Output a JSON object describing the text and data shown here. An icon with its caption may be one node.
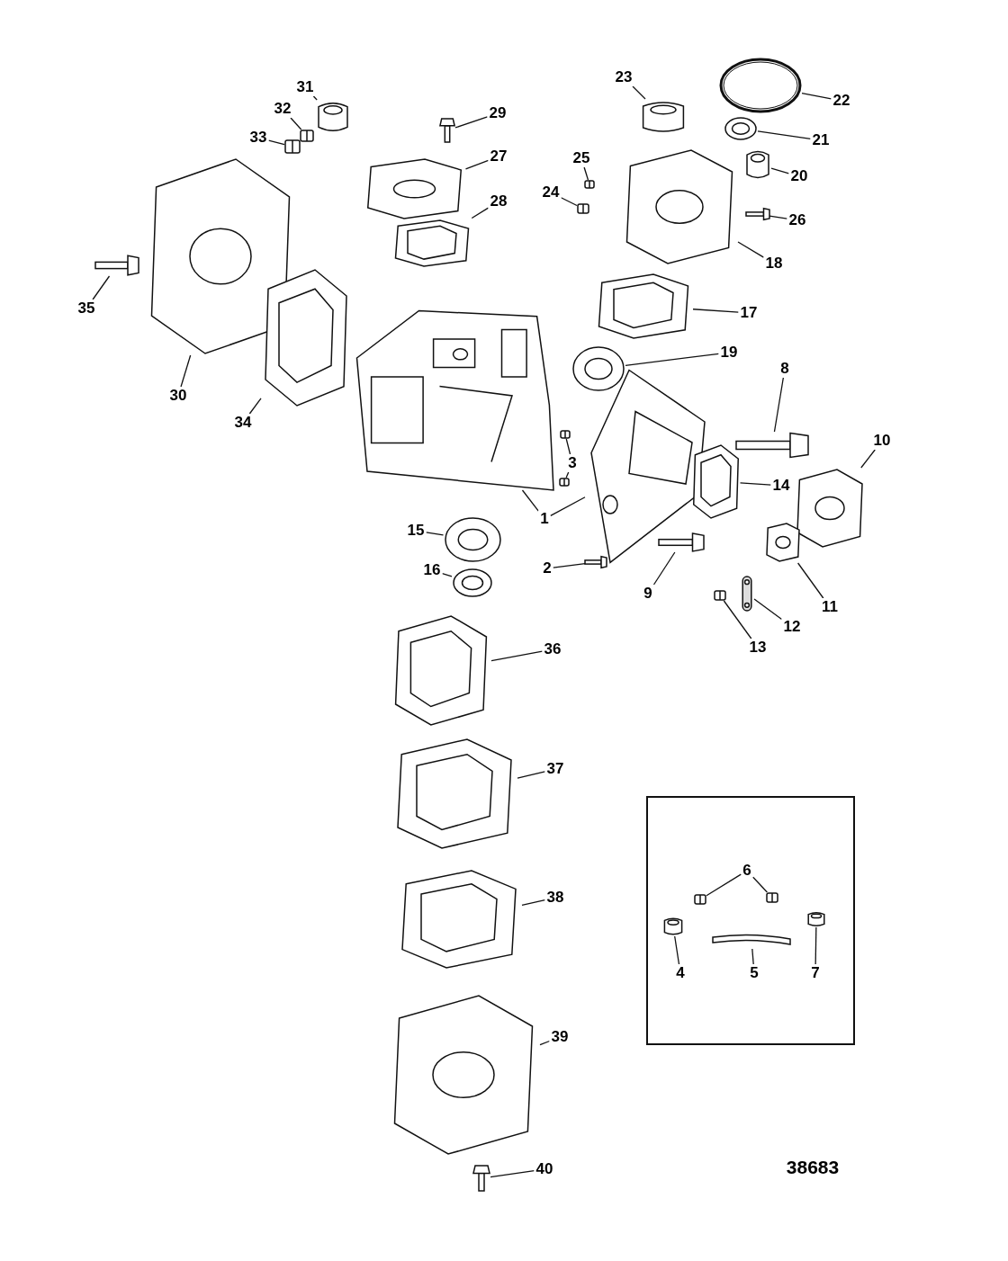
{
  "diagram": {
    "nodes": [
      {
        "text": [],
        "shape": "box"
      },
      {
        "text": [
          "1"
        ]
      },
      {
        "text": [],
        "shape": "picture"
      },
      {
        "text": [],
        "shape": "picture"
      },
      {
        "text": [
          "2"
        ]
      },
      {
        "text": [],
        "shape": "picture"
      },
      {
        "text": [
          "3"
        ]
      },
      {
        "text": [],
        "shape": "picture"
      },
      {
        "text": [],
        "shape": "picture"
      },
      {
        "text": [
          "4"
        ],
        "in": 0
      },
      {
        "text": [],
        "shape": "picture",
        "in": 0
      },
      {
        "text": [
          "5"
        ],
        "in": 0
      },
      {
        "text": [],
        "shape": "picture",
        "in": 0
      },
      {
        "text": [
          "6"
        ],
        "in": 0
      },
      {
        "text": [],
        "shape": "picture",
        "in": 0
      },
      {
        "text": [],
        "shape": "picture",
        "in": 0
      },
      {
        "text": [
          "7"
        ],
        "in": 0
      },
      {
        "text": [],
        "shape": "picture",
        "in": 0
      },
      {
        "text": [
          "8"
        ]
      },
      {
        "text": [],
        "shape": "picture"
      },
      {
        "text": [
          "9"
        ]
      },
      {
        "text": [],
        "shape": "picture"
      },
      {
        "text": [
          "10"
        ]
      },
      {
        "text": [],
        "shape": "picture"
      },
      {
        "text": [
          "11"
        ]
      },
      {
        "text": [],
        "shape": "picture"
      },
      {
        "text": [
          "12"
        ]
      },
      {
        "text": [],
        "shape": "picture"
      },
      {
        "text": [
          "13"
        ]
      },
      {
        "text": [],
        "shape": "picture"
      },
      {
        "text": [
          "14"
        ]
      },
      {
        "text": [],
        "shape": "picture"
      },
      {
        "text": [
          "15"
        ]
      },
      {
        "text": [],
        "shape": "picture"
      },
      {
        "text": [
          "16"
        ]
      },
      {
        "text": [],
        "shape": "picture"
      },
      {
        "text": [
          "17"
        ]
      },
      {
        "text": [],
        "shape": "picture"
      },
      {
        "text": [
          "18"
        ]
      },
      {
        "text": [],
        "shape": "picture"
      },
      {
        "text": [
          "19"
        ]
      },
      {
        "text": [],
        "shape": "picture"
      },
      {
        "text": [
          "20"
        ]
      },
      {
        "text": [],
        "shape": "picture"
      },
      {
        "text": [
          "21"
        ]
      },
      {
        "text": [],
        "shape": "picture"
      },
      {
        "text": [
          "22"
        ]
      },
      {
        "text": [],
        "shape": "picture"
      },
      {
        "text": [
          "23"
        ]
      },
      {
        "text": [],
        "shape": "picture"
      },
      {
        "text": [
          "24"
        ]
      },
      {
        "text": [],
        "shape": "picture"
      },
      {
        "text": [
          "25"
        ]
      },
      {
        "text": [],
        "shape": "picture"
      },
      {
        "text": [
          "26"
        ]
      },
      {
        "text": [],
        "shape": "picture"
      },
      {
        "text": [
          "27"
        ]
      },
      {
        "text": [],
        "shape": "picture"
      },
      {
        "text": [
          "28"
        ]
      },
      {
        "text": [],
        "shape": "picture"
      },
      {
        "text": [
          "29"
        ]
      },
      {
        "text": [],
        "shape": "picture"
      },
      {
        "text": [
          "30"
        ]
      },
      {
        "text": [],
        "shape": "picture"
      },
      {
        "text": [
          "31"
        ]
      },
      {
        "text": [],
        "shape": "picture"
      },
      {
        "text": [
          "32"
        ]
      },
      {
        "text": [],
        "shape": "picture"
      },
      {
        "text": [
          "33"
        ]
      },
      {
        "text": [],
        "shape": "picture"
      },
      {
        "text": [
          "34"
        ]
      },
      {
        "text": [],
        "shape": "picture"
      },
      {
        "text": [
          "35"
        ]
      },
      {
        "text": [],
        "shape": "picture"
      },
      {
        "text": [
          "36"
        ]
      },
      {
        "text": [],
        "shape": "picture"
      },
      {
        "text": [
          "37"
        ]
      },
      {
        "text": [],
        "shape": "picture"
      },
      {
        "text": [
          "38"
        ]
      },
      {
        "text": [],
        "shape": "picture"
      },
      {
        "text": [
          "39"
        ]
      },
      {
        "text": [],
        "shape": "picture"
      },
      {
        "text": [
          "40"
        ]
      },
      {
        "text": [],
        "shape": "picture"
      }
    ],
    "edges": [
      {
        "from": 1,
        "to": 2,
        "arrow": "none"
      },
      {
        "from": 1,
        "to": 3,
        "arrow": "none"
      },
      {
        "from": 4,
        "to": 5,
        "arrow": "none"
      },
      {
        "from": 6,
        "to": 7,
        "arrow": "none"
      },
      {
        "from": 6,
        "to": 8,
        "arrow": "none"
      },
      {
        "from": 9,
        "to": 10,
        "arrow": "none"
      },
      {
        "from": 11,
        "to": 12,
        "arrow": "none"
      },
      {
        "from": 13,
        "to": 14,
        "arrow": "none"
      },
      {
        "from": 13,
        "to": 15,
        "arrow": "none"
      },
      {
        "from": 16,
        "to": 17,
        "arrow": "none"
      },
      {
        "from": 18,
        "to": 19,
        "arrow": "none"
      },
      {
        "from": 20,
        "to": 21,
        "arrow": "none"
      },
      {
        "from": 22,
        "to": 23,
        "arrow": "none"
      },
      {
        "from": 24,
        "to": 25,
        "arrow": "none"
      },
      {
        "from": 26,
        "to": 27,
        "arrow": "none"
      },
      {
        "from": 28,
        "to": 29,
        "arrow": "none"
      },
      {
        "from": 30,
        "to": 31,
        "arrow": "none"
      },
      {
        "from": 32,
        "to": 33,
        "arrow": "none"
      },
      {
        "from": 34,
        "to": 35,
        "arrow": "none"
      },
      {
        "from": 36,
        "to": 37,
        "arrow": "none"
      },
      {
        "from": 38,
        "to": 39,
        "arrow": "none"
      },
      {
        "from": 40,
        "to": 41,
        "arrow": "none"
      },
      {
        "from": 42,
        "to": 43,
        "arrow": "none"
      },
      {
        "from": 44,
        "to": 45,
        "arrow": "none"
      },
      {
        "from": 46,
        "to": 47,
        "arrow": "none"
      },
      {
        "from": 48,
        "to": 49,
        "arrow": "none"
      },
      {
        "from": 50,
        "to": 51,
        "arrow": "none"
      },
      {
        "from": 52,
        "to": 53,
        "arrow": "none"
      },
      {
        "from": 54,
        "to": 55,
        "arrow": "none"
      },
      {
        "from": 56,
        "to": 57,
        "arrow": "none"
      },
      {
        "from": 58,
        "to": 59,
        "arrow": "none"
      },
      {
        "from": 60,
        "to": 61,
        "arrow": "none"
      },
      {
        "from": 62,
        "to": 63,
        "arrow": "none"
      },
      {
        "from": 64,
        "to": 65,
        "arrow": "none"
      },
      {
        "from": 66,
        "to": 67,
        "arrow": "none"
      },
      {
        "from": 68,
        "to": 69,
        "arrow": "none"
      },
      {
        "from": 70,
        "to": 71,
        "arrow": "none"
      },
      {
        "from": 72,
        "to": 73,
        "arrow": "none"
      },
      {
        "from": 74,
        "to": 75,
        "arrow": "none"
      },
      {
        "from": 76,
        "to": 77,
        "arrow": "none"
      },
      {
        "from": 78,
        "to": 79,
        "arrow": "none"
      },
      {
        "from": 80,
        "to": 81,
        "arrow": "none"
      },
      {
        "from": 82,
        "to": 83,
        "arrow": "none"
      }
    ],
    "labels": [
      "38683"
    ]
  }
}
